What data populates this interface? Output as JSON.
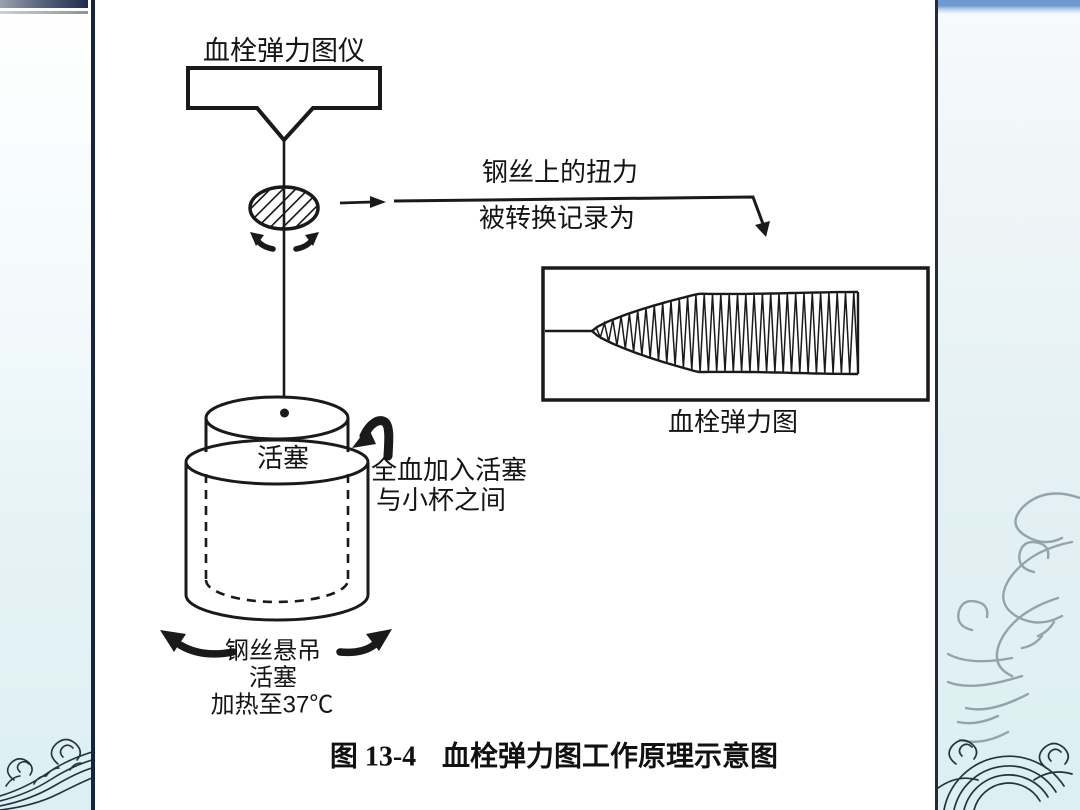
{
  "diagram": {
    "instrument_label": "血栓弹力图仪",
    "torque_text_line1": "钢丝上的扭力",
    "torque_text_line2": "被转换记录为",
    "trace_label": "血栓弹力图",
    "piston_label": "活塞",
    "add_blood_line1": "全血加入活塞",
    "add_blood_line2": "与小杯之间",
    "suspend_line1": "钢丝悬吊",
    "suspend_line2": "活塞",
    "suspend_line3": "加热至37℃"
  },
  "caption": {
    "figure_number": "图 13-4",
    "figure_title": "血栓弹力图工作原理示意图"
  },
  "colors": {
    "ink": "#1a1a1a",
    "panel-cyan": "#e2f0f3",
    "navy": "#1e2d4d",
    "steel-blue": "#6e99d0",
    "art-gray": "#8ea0a7",
    "wave-ink": "#23343c"
  }
}
